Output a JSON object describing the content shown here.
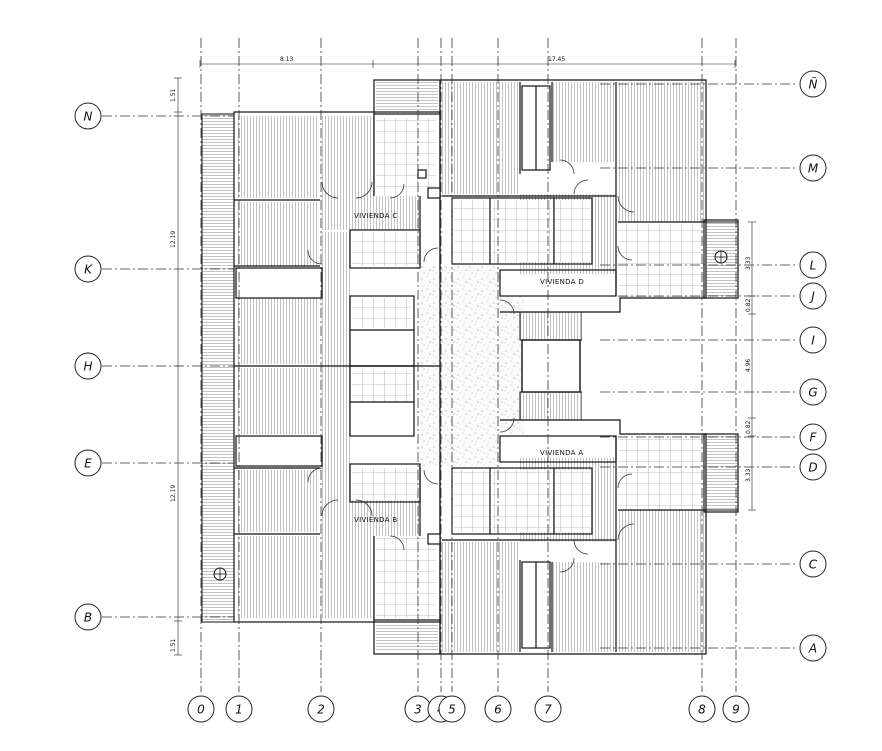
{
  "plan": {
    "rooms": {
      "vivienda_a": "VIVIENDA A",
      "vivienda_b": "VIVIENDA B",
      "vivienda_c": "VIVIENDA C",
      "vivienda_d": "VIVIENDA D"
    },
    "grid_columns": [
      "0",
      "1",
      "2",
      "3",
      "4",
      "5",
      "6",
      "7",
      "8",
      "9"
    ],
    "grid_rows": [
      "Ñ",
      "N",
      "M",
      "L",
      "K",
      "J",
      "I",
      "H",
      "G",
      "F",
      "E",
      "D",
      "C",
      "B",
      "A"
    ],
    "dimensions": {
      "top_left": "8.13",
      "top_right": "17.45",
      "left_top": "1.51",
      "left_upper": "12.19",
      "left_lower": "12.19",
      "left_bottom": "1.51",
      "right_lj": "3.33",
      "right_ji": "0.82",
      "right_ig": "4.96",
      "right_gf": "0.82",
      "right_fd": "3.33"
    }
  }
}
